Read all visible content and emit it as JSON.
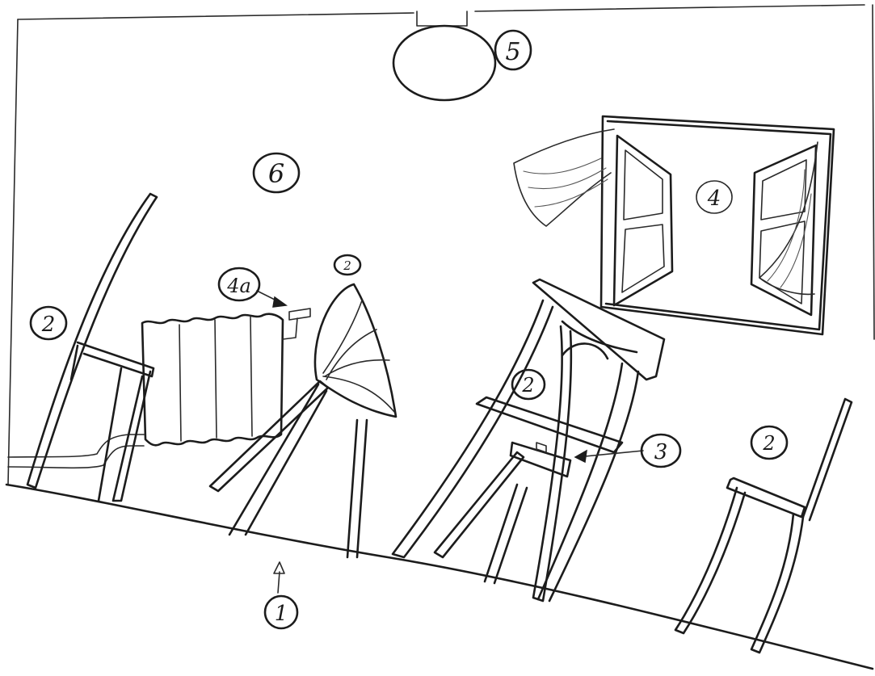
{
  "labels": {
    "floor": "1",
    "chair": "2",
    "radiator_valve": "4a",
    "fastener": "3",
    "window": "4",
    "lamp": "5",
    "wall": "6"
  },
  "colors": {
    "paper": "#ffffff",
    "ink": "#1c1c1c"
  }
}
